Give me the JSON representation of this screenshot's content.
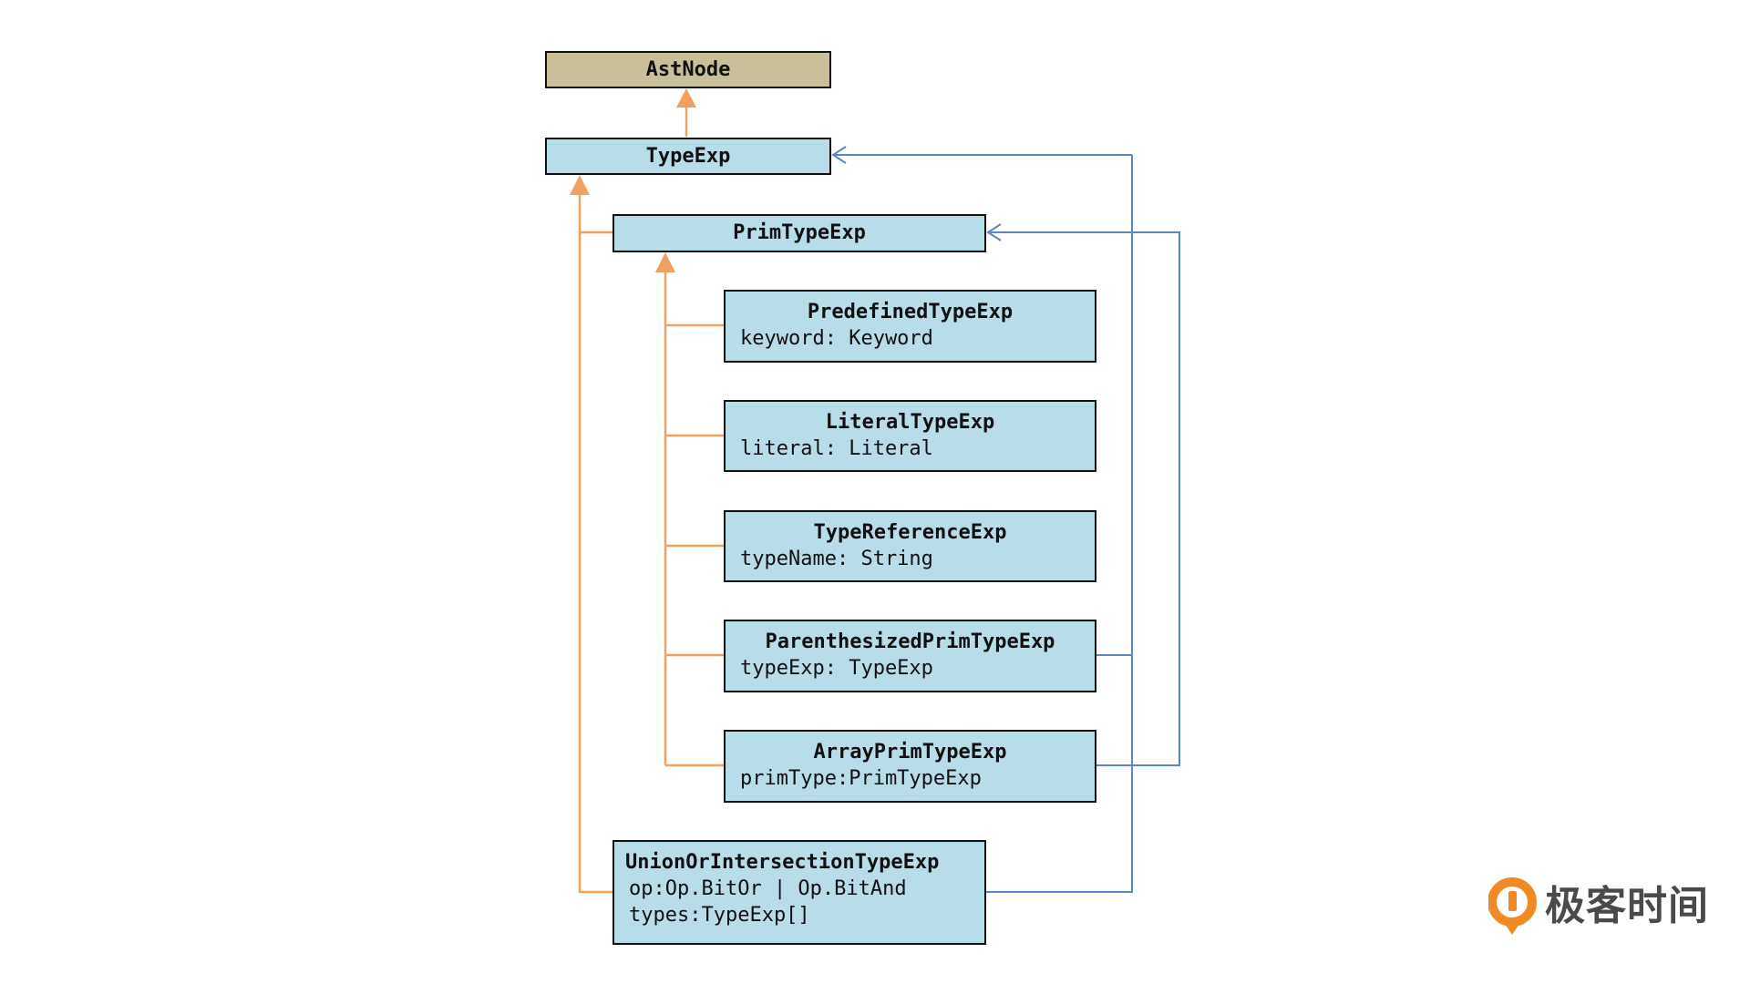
{
  "colors": {
    "root_fill": "#c9c09a",
    "node_fill": "#b7dde8",
    "border": "#111111",
    "inherit_line": "#f0a060",
    "ref_line": "#5b86c5",
    "logo_orange": "#f08a24",
    "logo_text": "#4a4a4a"
  },
  "nodes": {
    "astnode": {
      "title": "AstNode"
    },
    "typeexp": {
      "title": "TypeExp"
    },
    "primtypeexp": {
      "title": "PrimTypeExp"
    },
    "predefined": {
      "title": "PredefinedTypeExp",
      "fields": [
        "keyword: Keyword"
      ]
    },
    "literal": {
      "title": "LiteralTypeExp",
      "fields": [
        "literal: Literal"
      ]
    },
    "typeref": {
      "title": "TypeReferenceExp",
      "fields": [
        "typeName: String"
      ]
    },
    "parenthesized": {
      "title": "ParenthesizedPrimTypeExp",
      "fields": [
        "typeExp: TypeExp"
      ]
    },
    "arrayprim": {
      "title": "ArrayPrimTypeExp",
      "fields": [
        "primType:PrimTypeExp"
      ]
    },
    "union": {
      "title": "UnionOrIntersectionTypeExp",
      "fields": [
        "op:Op.BitOr | Op.BitAnd",
        "types:TypeExp[]"
      ]
    }
  },
  "logo": {
    "text": "极客时间",
    "icon": "geektime-logo-icon"
  }
}
